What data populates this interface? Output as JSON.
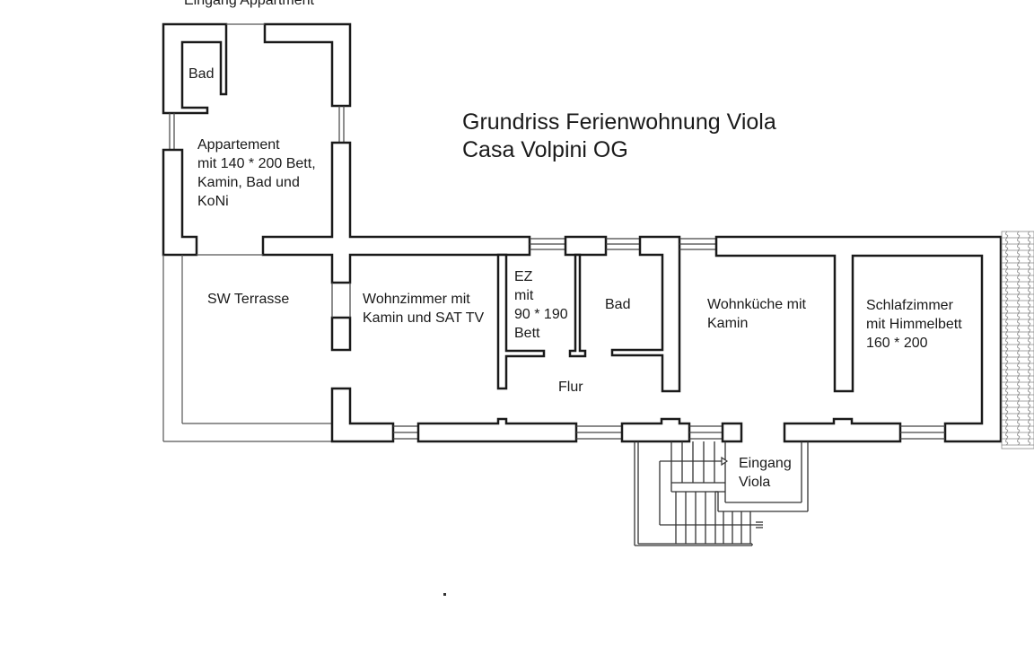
{
  "title": {
    "line1": "Grundriss Ferienwohnung Viola",
    "line2": "Casa Volpini OG"
  },
  "top_label": "Eingang Appartment",
  "rooms": {
    "bad_top": [
      "Bad"
    ],
    "appartement": [
      "Appartement",
      "mit 140 * 200 Bett,",
      "Kamin, Bad und",
      "KoNi"
    ],
    "terrasse": [
      "SW Terrasse"
    ],
    "wohnzimmer": [
      "Wohnzimmer mit",
      "Kamin und SAT TV"
    ],
    "ez": [
      "EZ",
      "mit",
      "90 * 190",
      "Bett"
    ],
    "bad": [
      "Bad"
    ],
    "flur": [
      "Flur"
    ],
    "wohnkueche": [
      "Wohnküche mit",
      "Kamin"
    ],
    "schlafzimmer": [
      "Schlafzimmer",
      "mit Himmelbett",
      "160 * 200"
    ],
    "eingang": [
      "Eingang",
      "Viola"
    ]
  },
  "colors": {
    "wall": "#1a1a1a",
    "background": "#ffffff"
  }
}
